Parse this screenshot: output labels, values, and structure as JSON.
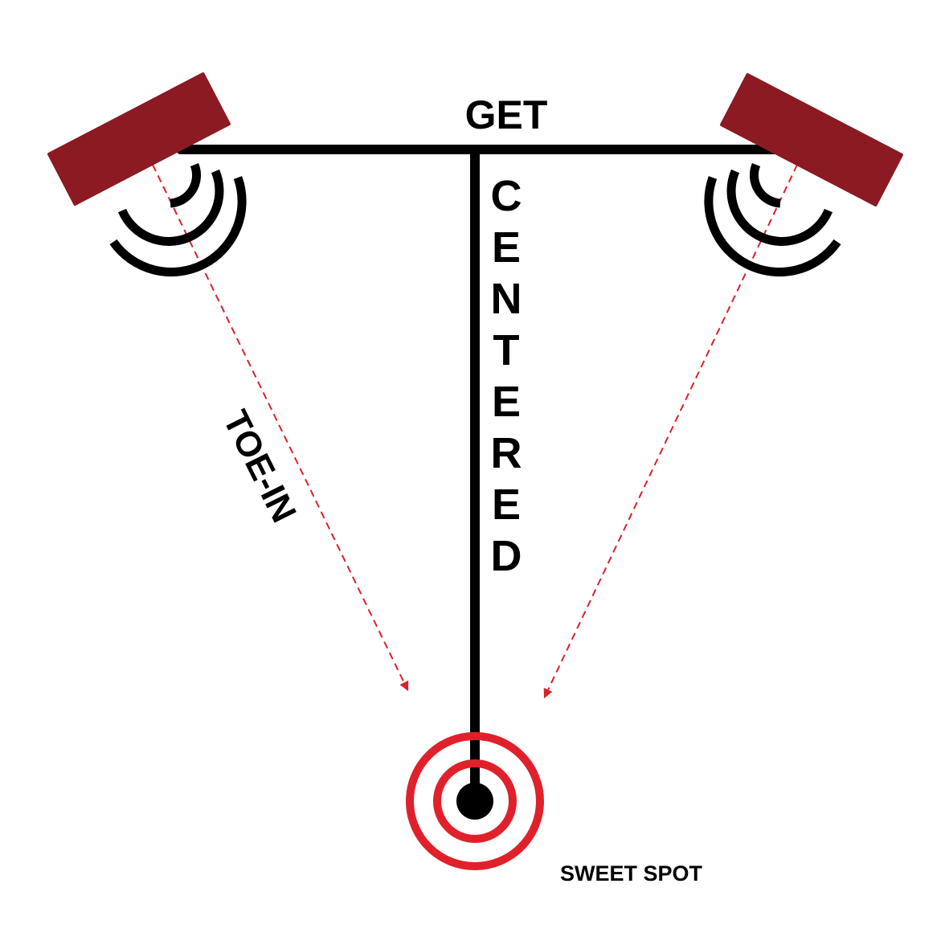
{
  "title": "GET",
  "vertical_label": "CENTERED",
  "toe_in_label": "TOE-IN",
  "sweet_spot_label": "SWEET SPOT",
  "speakers": [
    {
      "name": "left-speaker",
      "icon": "speaker-icon"
    },
    {
      "name": "right-speaker",
      "icon": "speaker-icon"
    }
  ],
  "colors": {
    "speaker": "#8b1a22",
    "line": "#000000",
    "target": "#e0212b",
    "arrow": "#d9222a",
    "background": "#ffffff"
  }
}
